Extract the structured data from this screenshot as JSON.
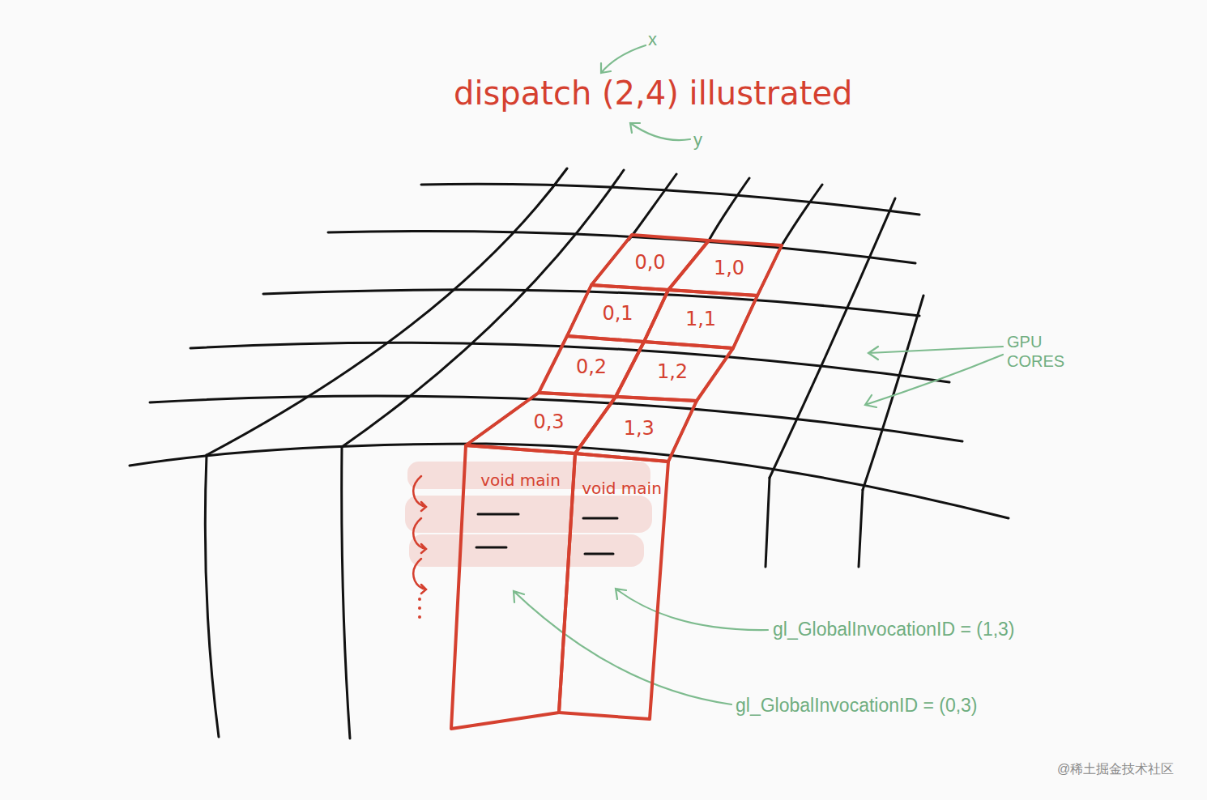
{
  "diagram": {
    "title": "dispatch (2,4) illustrated",
    "nodes": [
      {
        "text": [
          "0,0"
        ]
      },
      {
        "text": [
          "1,0"
        ]
      },
      {
        "text": [
          "0,1"
        ]
      },
      {
        "text": [
          "1,1"
        ]
      },
      {
        "text": [
          "0,2"
        ]
      },
      {
        "text": [
          "1,2"
        ]
      },
      {
        "text": [
          "0,3"
        ]
      },
      {
        "text": [
          "1,3"
        ]
      },
      {
        "text": [
          "void main"
        ]
      },
      {
        "text": [
          "void main"
        ]
      }
    ],
    "labels": [
      "x",
      "y",
      "GPU CORES",
      "gl_GlobalInvocationID = (1,3)",
      "gl_GlobalInvocationID = (0,3)",
      "@稀土掘金技术社区"
    ]
  }
}
